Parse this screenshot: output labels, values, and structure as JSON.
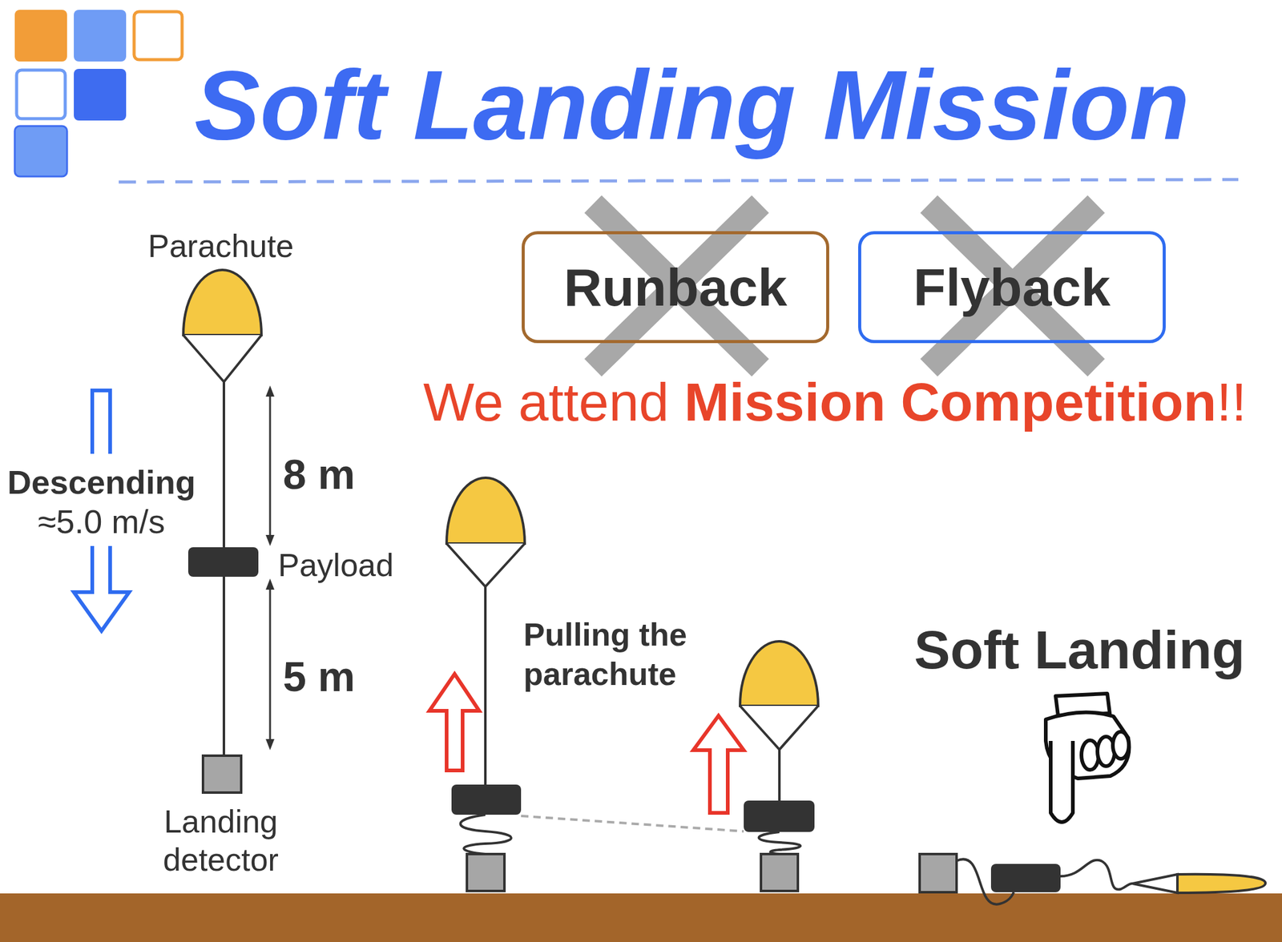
{
  "diagram": {
    "title": "Soft Landing Mission",
    "nodes": [
      {
        "text": [
          "Runback"
        ]
      },
      {
        "text": [
          "Flyback"
        ]
      }
    ],
    "labels": [
      "Parachute",
      "Descending",
      "≈5.0 m/s",
      "8 m",
      "Payload",
      "5 m",
      "Landing detector",
      "We attend",
      "Mission Competition",
      "!!",
      "Pulling the parachute",
      "Soft Landing"
    ]
  }
}
